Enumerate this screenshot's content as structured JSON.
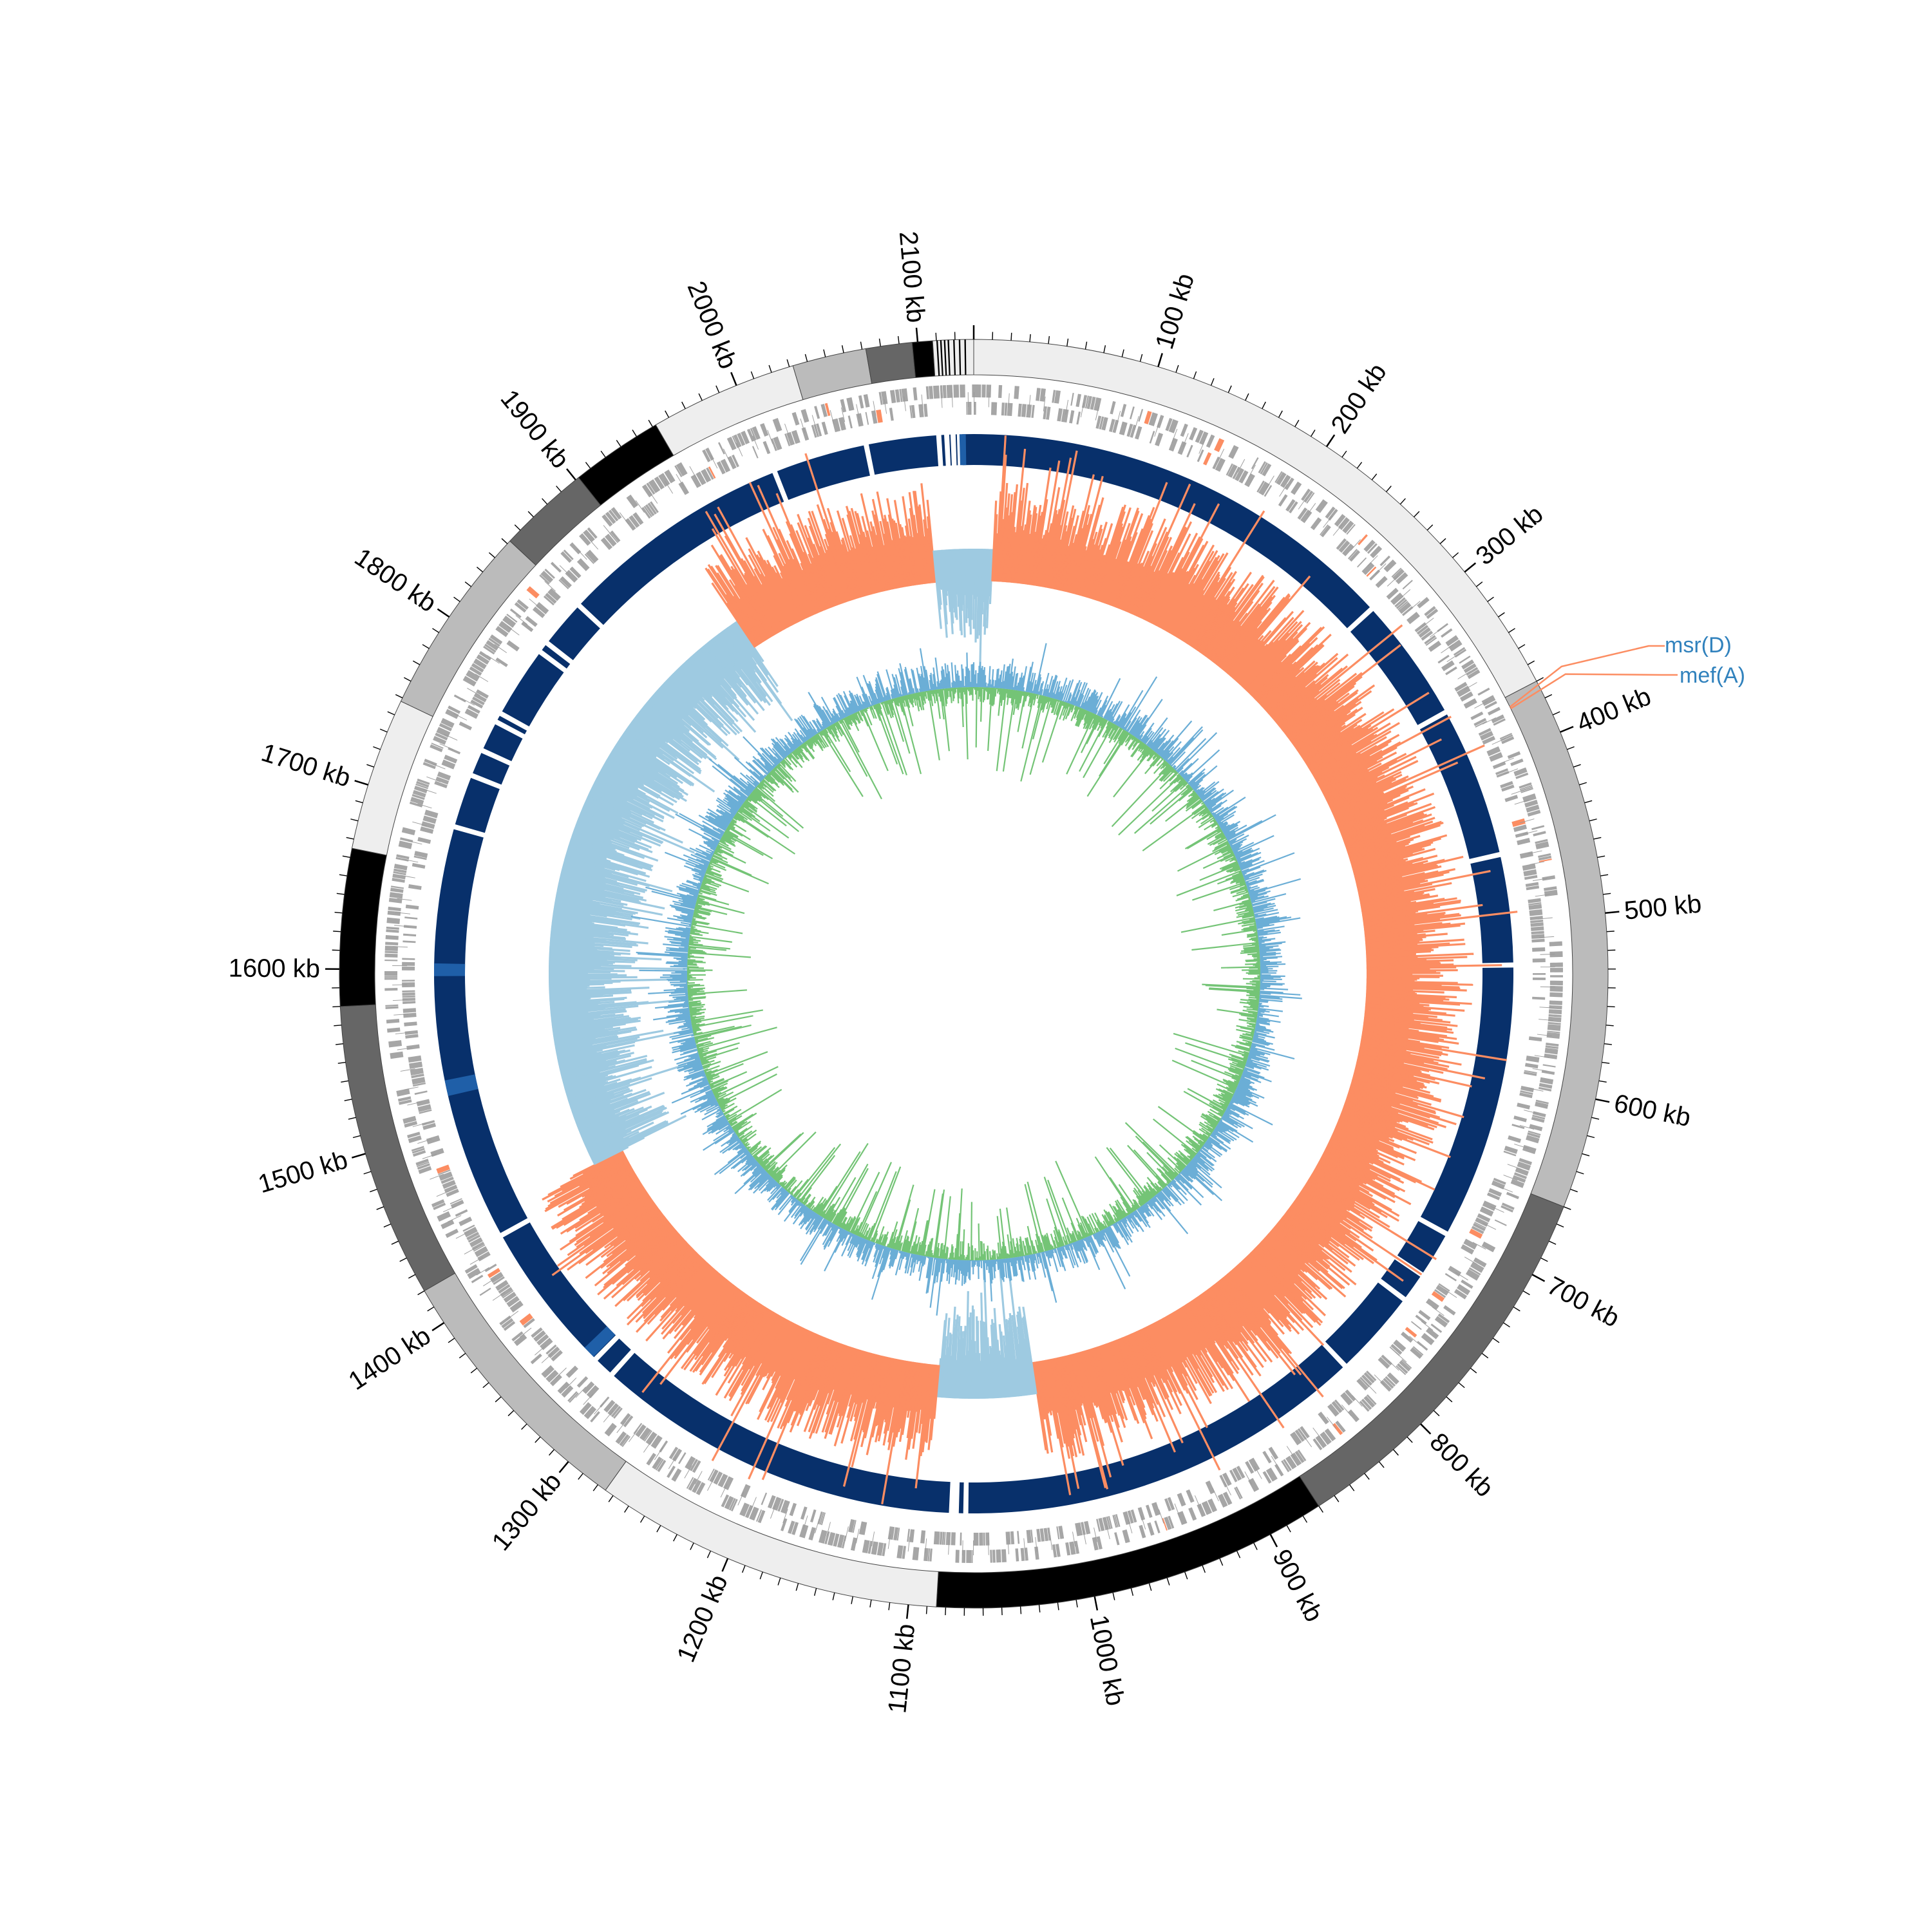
{
  "chart_data": {
    "type": "circular-genome-map",
    "genome_length_kb": 2130,
    "tick_labels": [
      "100 kb",
      "200 kb",
      "300 kb",
      "400 kb",
      "500 kb",
      "600 kb",
      "700 kb",
      "800 kb",
      "900 kb",
      "1000 kb",
      "1100 kb",
      "1200 kb",
      "1300 kb",
      "1400 kb",
      "1500 kb",
      "1600 kb",
      "1700 kb",
      "1800 kb",
      "1900 kb",
      "2000 kb",
      "2100 kb"
    ],
    "tick_values_kb": [
      100,
      200,
      300,
      400,
      500,
      600,
      700,
      800,
      900,
      1000,
      1100,
      1200,
      1300,
      1400,
      1500,
      1600,
      1700,
      1800,
      1900,
      2000,
      2100
    ],
    "contig_segments": [
      {
        "start": 0,
        "end": 370,
        "shade": "#eeeeee"
      },
      {
        "start": 370,
        "end": 660,
        "shade": "#bbbbbb"
      },
      {
        "start": 660,
        "end": 870,
        "shade": "#666666"
      },
      {
        "start": 870,
        "end": 1085,
        "shade": "#000000"
      },
      {
        "start": 1085,
        "end": 1275,
        "shade": "#eeeeee"
      },
      {
        "start": 1275,
        "end": 1420,
        "shade": "#bbbbbb"
      },
      {
        "start": 1420,
        "end": 1580,
        "shade": "#666666"
      },
      {
        "start": 1580,
        "end": 1665,
        "shade": "#000000"
      },
      {
        "start": 1665,
        "end": 1748,
        "shade": "#eeeeee"
      },
      {
        "start": 1748,
        "end": 1852,
        "shade": "#bbbbbb"
      },
      {
        "start": 1852,
        "end": 1902,
        "shade": "#666666"
      },
      {
        "start": 1902,
        "end": 1952,
        "shade": "#000000"
      },
      {
        "start": 1952,
        "end": 2032,
        "shade": "#eeeeee"
      },
      {
        "start": 2032,
        "end": 2072,
        "shade": "#bbbbbb"
      },
      {
        "start": 2072,
        "end": 2097,
        "shade": "#666666"
      },
      {
        "start": 2097,
        "end": 2108,
        "shade": "#000000"
      },
      {
        "start": 2108,
        "end": 2130,
        "shade": "#eeeeee"
      }
    ],
    "blast_gaps_kb": [
      2113,
      2117,
      2121,
      281,
      361,
      457,
      527,
      703,
      733,
      752,
      808,
      1070,
      1076,
      1079,
      1314,
      1328,
      1426,
      1691,
      1725,
      1742,
      1762,
      1768,
      1814,
      1821,
      1852,
      2002,
      2062
    ],
    "annotated_genes": [
      {
        "name": "msr(D)",
        "position_kb": 376
      },
      {
        "name": "mef(A)",
        "position_kb": 377
      }
    ],
    "colors": {
      "gene_blocks": "#a6a6a6",
      "blast_ring": "#08306b",
      "blast_highlight": "#1f5fa8",
      "gc_skew_positive": "#fc8d62",
      "gc_skew_negative": "#9ecae1",
      "gc_content_blue": "#6baed6",
      "gc_content_green": "#74c476",
      "gene_label": "#3182bd",
      "gene_marker": "#fc8d62"
    }
  }
}
